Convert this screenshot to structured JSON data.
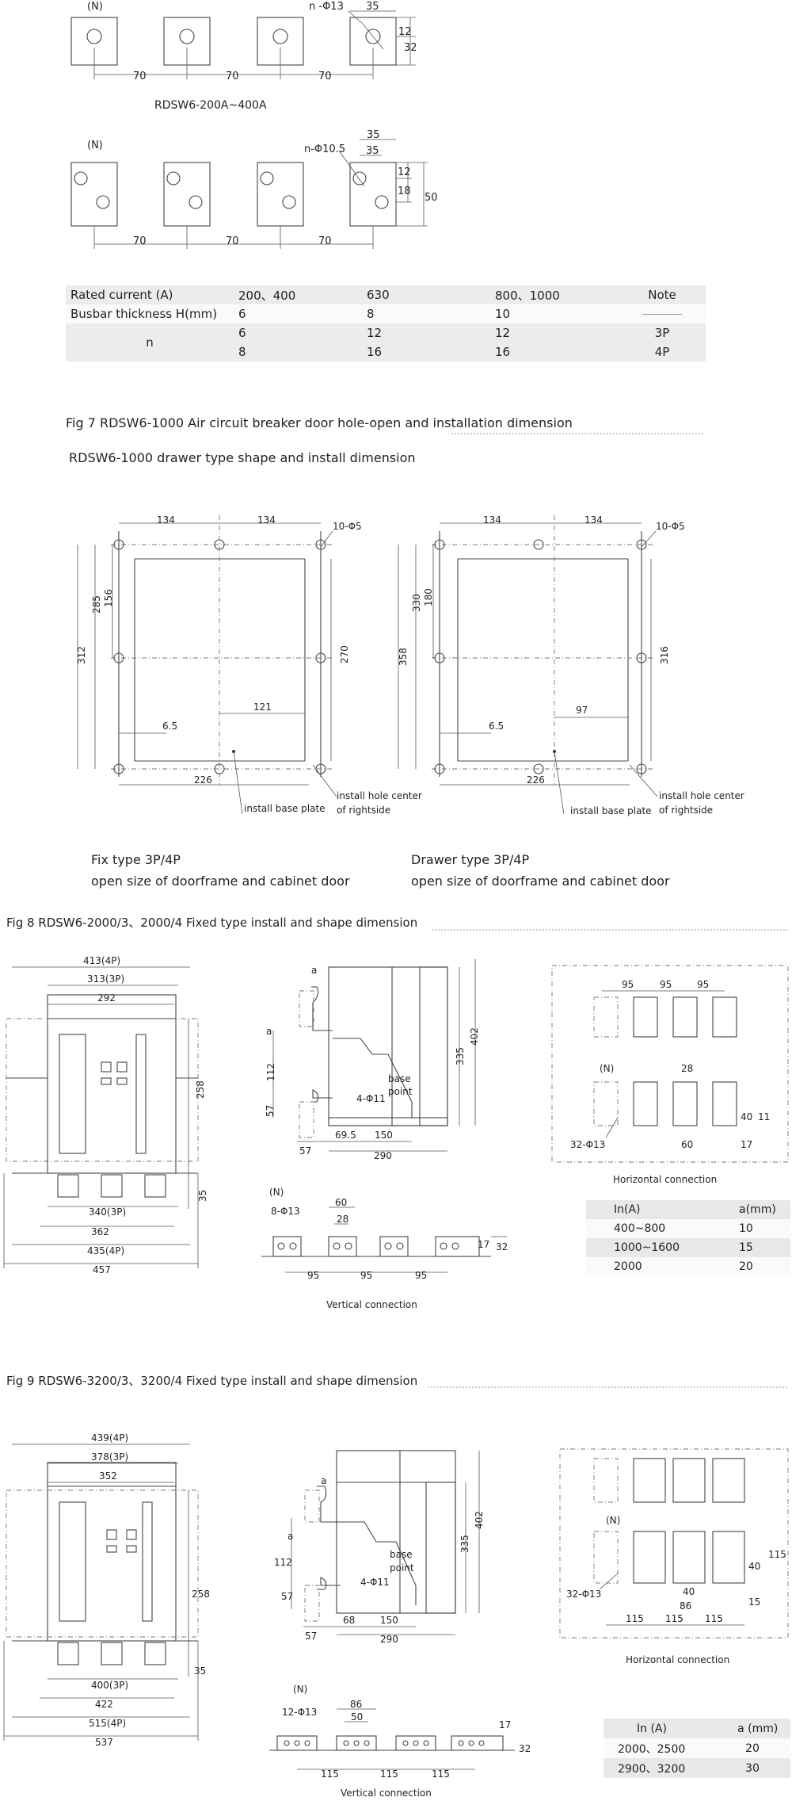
{
  "fig_top": {
    "row1": {
      "n_label": "(N)",
      "hole_label": "n -Φ13",
      "dim_w": "35",
      "dim_h1": "12",
      "dim_h2": "32",
      "spacings": [
        "70",
        "70",
        "70"
      ],
      "caption": "RDSW6-200A~400A"
    },
    "row2": {
      "n_label": "(N)",
      "hole_label": "n-Φ10.5",
      "dim_w1": "35",
      "dim_w2": "35",
      "dim_h1": "12",
      "dim_h2": "18",
      "dim_h3": "50",
      "spacings": [
        "70",
        "70",
        "70"
      ]
    }
  },
  "busbar_table": {
    "rows": [
      [
        "Rated current (A)",
        "200、400",
        "630",
        "800、1000",
        "Note"
      ],
      [
        "Busbar thickness H(mm)",
        "6",
        "8",
        "10",
        ""
      ],
      [
        "n",
        "6",
        "12",
        "12",
        "3P"
      ],
      [
        "",
        "8",
        "16",
        "16",
        "4P"
      ]
    ]
  },
  "fig7": {
    "title": "Fig 7 RDSW6-1000 Air circuit breaker door hole-open and installation dimension",
    "subtitle": "RDSW6-1000 drawer type shape and install dimension",
    "fix": {
      "w1": "134",
      "w2": "134",
      "holes": "10-Φ5",
      "h_total": "312",
      "h_mid": "285",
      "h_top": "156",
      "h_right": "270",
      "dim_121": "121",
      "dim_65": "6.5",
      "dim_226": "226",
      "note1": "install base plate",
      "note2": "install hole center",
      "note3": "of rightside",
      "caption1": "Fix type 3P/4P",
      "caption2": "open size of doorframe and cabinet door"
    },
    "drawer": {
      "w1": "134",
      "w2": "134",
      "holes": "10-Φ5",
      "h_total": "358",
      "h_mid": "330",
      "h_top": "180",
      "h_right": "316",
      "dim_97": "97",
      "dim_65": "6.5",
      "dim_226": "226",
      "note1": "install base plate",
      "note2": "install hole center",
      "note3": "of rightside",
      "caption1": "Drawer type 3P/4P",
      "caption2": "open size of doorframe and cabinet door"
    }
  },
  "fig8": {
    "title": "Fig 8 RDSW6-2000/3、2000/4 Fixed type install and shape dimension",
    "front": {
      "d413": "413(4P)",
      "d313": "313(3P)",
      "d292": "292",
      "d258": "258",
      "d35": "35",
      "d340": "340(3P)",
      "d362": "362",
      "d435": "435(4P)",
      "d457": "457"
    },
    "side": {
      "a": "a",
      "d112": "112",
      "d57": "57",
      "holes": "4-Φ11",
      "base": "base",
      "point": "point",
      "d335": "335",
      "d402": "402",
      "d57b": "57",
      "d695": "69.5",
      "d150": "150",
      "d290": "290"
    },
    "vertical": {
      "n": "(N)",
      "holes": "8-Φ13",
      "d60": "60",
      "d28": "28",
      "d17": "17",
      "d32": "32",
      "spacings": [
        "95",
        "95",
        "95"
      ],
      "caption": "Vertical connection"
    },
    "horizontal": {
      "spacings": [
        "95",
        "95",
        "95"
      ],
      "n": "(N)",
      "d28": "28",
      "holes": "32-Φ13",
      "d40": "40",
      "d11": "11",
      "d60": "60",
      "d17": "17",
      "caption": "Horizontal connection"
    },
    "table": {
      "header": [
        "In(A)",
        "a(mm)"
      ],
      "rows": [
        [
          "400~800",
          "10"
        ],
        [
          "1000~1600",
          "15"
        ],
        [
          "2000",
          "20"
        ]
      ]
    }
  },
  "fig9": {
    "title": "Fig 9 RDSW6-3200/3、3200/4 Fixed type install and shape dimension",
    "front": {
      "d439": "439(4P)",
      "d378": "378(3P)",
      "d352": "352",
      "d258": "258",
      "d35": "35",
      "d400": "400(3P)",
      "d422": "422",
      "d515": "515(4P)",
      "d537": "537"
    },
    "side": {
      "a1": "a",
      "a2": "a",
      "d112": "112",
      "d57": "57",
      "holes": "4-Φ11",
      "base": "base",
      "point": "point",
      "d335": "335",
      "d402": "402",
      "d57b": "57",
      "d68": "68",
      "d150": "150",
      "d290": "290"
    },
    "vertical": {
      "n": "(N)",
      "holes": "12-Φ13",
      "d86": "86",
      "d50": "50",
      "d17": "17",
      "d32": "32",
      "spacings": [
        "115",
        "115",
        "115"
      ],
      "caption": "Vertical connection"
    },
    "horizontal": {
      "n": "(N)",
      "holes": "32-Φ13",
      "d40a": "40",
      "d86": "86",
      "d40b": "40",
      "d115v": "115",
      "d15": "15",
      "spacings": [
        "115",
        "115",
        "115"
      ],
      "caption": "Horizontal connection"
    },
    "table": {
      "header": [
        "In (A)",
        "a (mm)"
      ],
      "rows": [
        [
          "2000、2500",
          "20"
        ],
        [
          "2900、3200",
          "30"
        ]
      ]
    }
  }
}
